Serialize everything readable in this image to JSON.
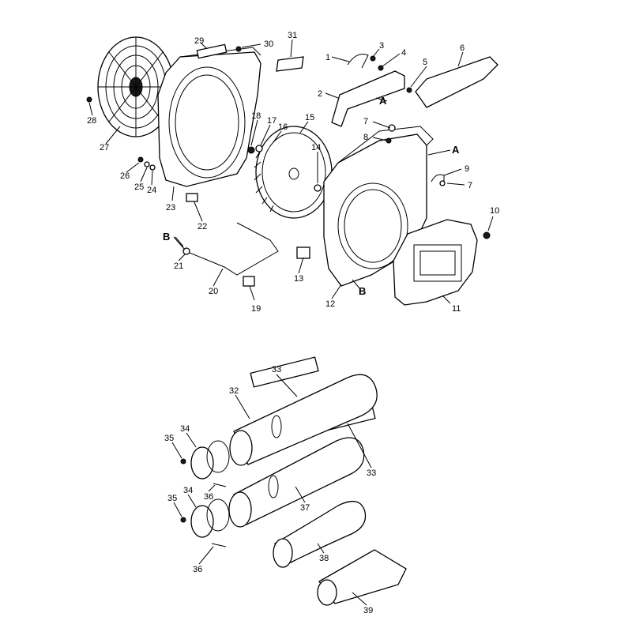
{
  "callouts": [
    "1",
    "2",
    "3",
    "4",
    "5",
    "6",
    "7",
    "8",
    "9",
    "7",
    "10",
    "11",
    "12",
    "13",
    "14",
    "15",
    "16",
    "17",
    "18",
    "19",
    "20",
    "21",
    "22",
    "23",
    "24",
    "25",
    "26",
    "27",
    "28",
    "29",
    "30",
    "31",
    "33",
    "32",
    "33",
    "34",
    "35",
    "36",
    "34",
    "35",
    "36",
    "37",
    "38",
    "39"
  ],
  "refs": [
    "A",
    "A",
    "B",
    "B"
  ]
}
